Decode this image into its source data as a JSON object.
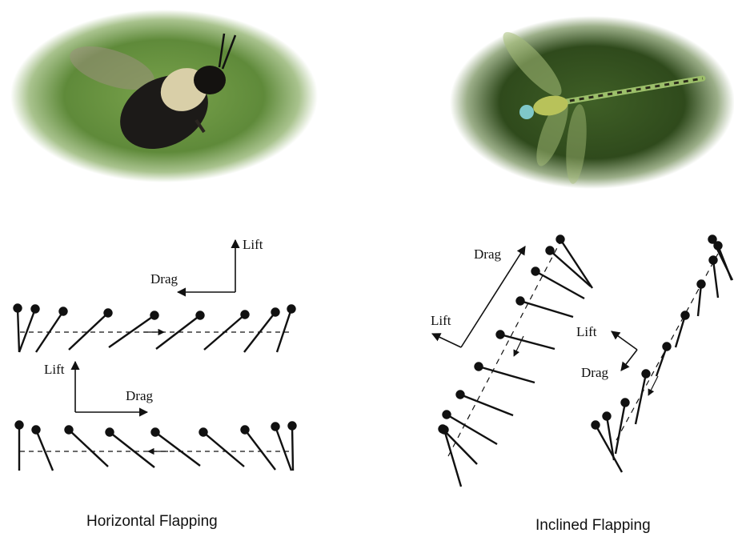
{
  "photos": {
    "left": {
      "subject": "bee",
      "background_color": "#5f8a3a"
    },
    "right": {
      "subject": "dragonfly",
      "background_color": "#2f4a1c"
    }
  },
  "left_diagram": {
    "upper_legend": {
      "lift": "Lift",
      "drag": "Drag"
    },
    "lower_legend": {
      "lift": "Lift",
      "drag": "Drag"
    }
  },
  "right_diagram": {
    "left_legend": {
      "drag": "Drag",
      "lift": "Lift"
    },
    "right_legend": {
      "lift": "Lift",
      "drag": "Drag"
    }
  },
  "captions": {
    "left": "Horizontal Flapping",
    "right": "Inclined Flapping"
  }
}
